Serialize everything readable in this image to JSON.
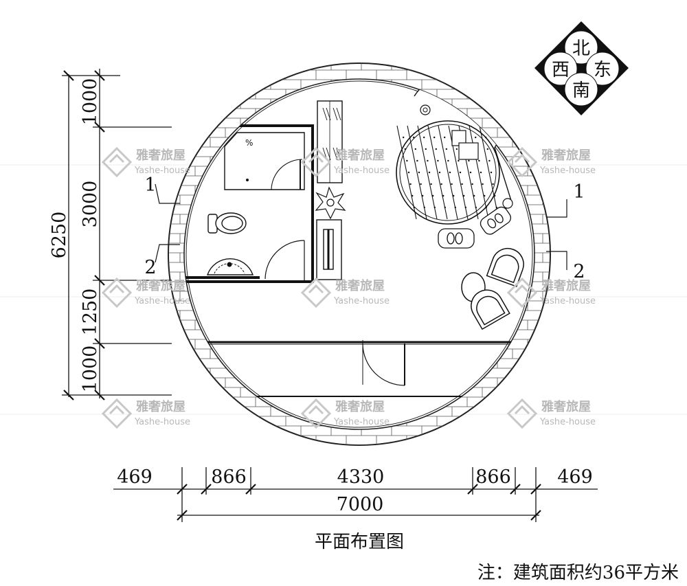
{
  "title": "平面布置图",
  "note": "注：建筑面积约36平方米",
  "compass": {
    "north": "北",
    "south": "南",
    "east": "东",
    "west": "西"
  },
  "dimensions": {
    "vertical_total": "6250",
    "vertical_segments": [
      "1000",
      "3000",
      "1250",
      "1000"
    ],
    "horizontal_segments": [
      "469",
      "866",
      "4330",
      "866",
      "469"
    ],
    "horizontal_total": "7000"
  },
  "callouts": {
    "left_1": "1",
    "left_2": "2",
    "right_1": "1",
    "right_2": "2"
  },
  "watermark": {
    "name": "雅奢旅屋",
    "en": "Yashe-house"
  }
}
